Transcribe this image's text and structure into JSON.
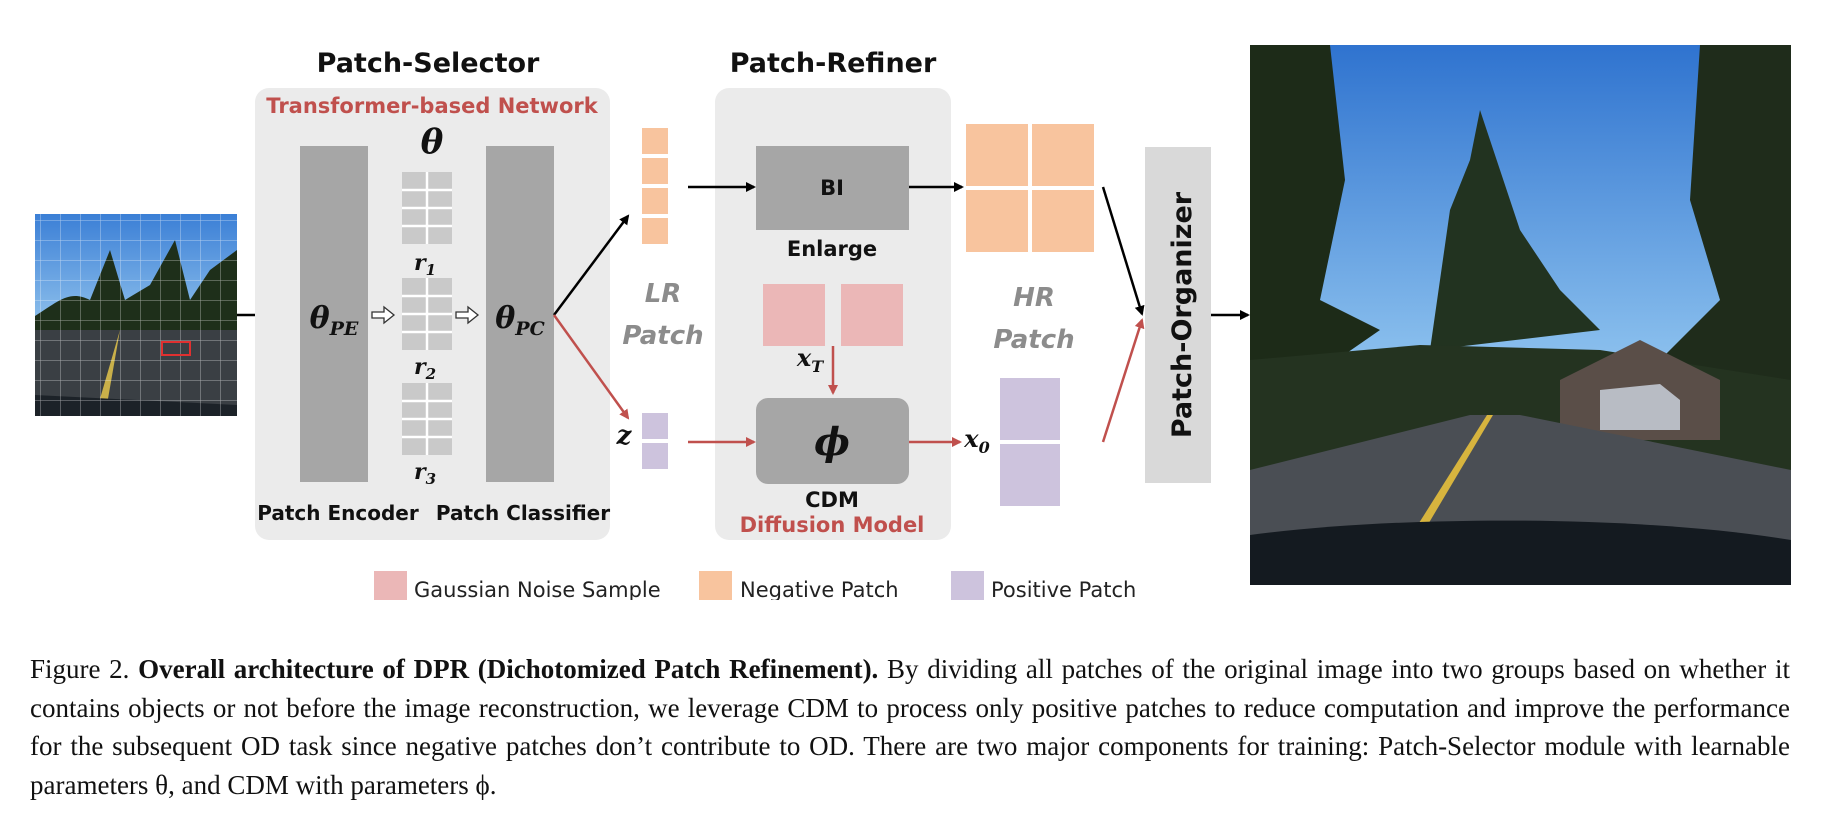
{
  "titles": {
    "selector": "Patch-Selector",
    "refiner": "Patch-Refiner"
  },
  "selector": {
    "subtitle": "Transformer-based Network",
    "theta": "θ",
    "encoder_symbol": "θ",
    "encoder_sub": "PE",
    "classifier_symbol": "θ",
    "classifier_sub": "PC",
    "r1": "r",
    "r1_sub": "1",
    "r2": "r",
    "r2_sub": "2",
    "r3": "r",
    "r3_sub": "3",
    "encoder_label": "Patch Encoder",
    "classifier_label": "Patch Classifier"
  },
  "refiner": {
    "bi": "BI",
    "enlarge": "Enlarge",
    "xt": "x",
    "xt_sub": "T",
    "phi": "ϕ",
    "cdm": "CDM",
    "diffusion": "Diffusion Model",
    "z": "z",
    "x0": "x",
    "x0_sub": "0"
  },
  "lr_line1": "LR",
  "lr_line2": "Patch",
  "hr_line1": "HR",
  "hr_line2": "Patch",
  "organizer": "Patch-Organizer",
  "legend": {
    "noise": "Gaussian Noise Sample",
    "negative": "Negative Patch",
    "positive": "Positive Patch"
  },
  "caption": {
    "prefix": "Figure 2. ",
    "bold": "Overall architecture of DPR (Dichotomized Patch Refinement).",
    "text": " By dividing all patches of the original image into two groups based on whether it contains objects or not before the image reconstruction, we leverage CDM to process only positive patches to reduce computation and improve the performance for the subsequent OD task since negative patches don’t contribute to OD. There are two major components for training: Patch-Selector module with learnable parameters θ, and CDM with parameters ϕ."
  },
  "colors": {
    "panel": "#ebebeb",
    "block": "#a6a6a6",
    "negative": "#f8c49e",
    "positive": "#cdc3dd",
    "noise": "#ebb7b7",
    "red": "#c0504d",
    "gray_text": "#8c8c8c"
  }
}
